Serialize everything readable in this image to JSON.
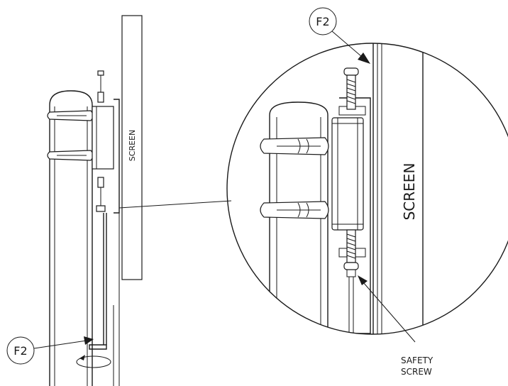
{
  "labels": {
    "screen_left": "SCREEN",
    "screen_detail": "SCREEN",
    "callout_top": "F2",
    "callout_bottom": "F2",
    "safety_screw_line1": "SAFETY",
    "safety_screw_line2": "SCREW"
  }
}
